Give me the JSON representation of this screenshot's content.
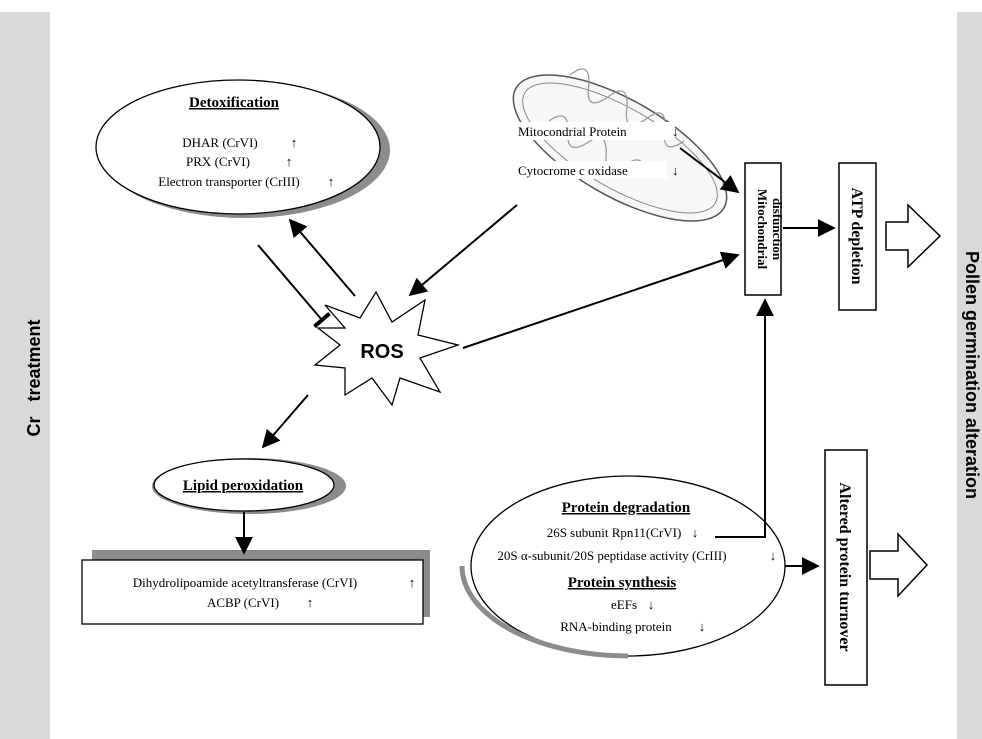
{
  "side_labels": {
    "left": "Cr   treatment",
    "right": "Pollen germination alteration"
  },
  "detoxification": {
    "title": "Detoxification",
    "items": [
      {
        "text": "DHAR (CrVI)",
        "arrow": "up"
      },
      {
        "text": "PRX (CrVI)",
        "arrow": "up"
      },
      {
        "text": "Electron transporter (CrIII)",
        "arrow": "up"
      }
    ]
  },
  "mitochondrion": {
    "items": [
      {
        "text": "Mitocondrial Protein",
        "arrow": "down"
      },
      {
        "text": "Cytocrome c oxidase",
        "arrow": "down"
      }
    ]
  },
  "ros": {
    "label": "ROS"
  },
  "mito_dysfunction": {
    "label": "Mitochondrial disfunction"
  },
  "atp_depletion": {
    "label": "ATP depletion"
  },
  "lipid": {
    "title": "Lipid peroxidation",
    "items": [
      {
        "text": "Dihydrolipoamide acetyltransferase (CrVI)",
        "arrow": "up"
      },
      {
        "text": "ACBP (CrVI)",
        "arrow": "up"
      }
    ]
  },
  "protein": {
    "degradation_title": "Protein degradation",
    "degradation_items": [
      {
        "text": "26S subunit Rpn11(CrVI)",
        "arrow": "down"
      },
      {
        "text": "20S α-subunit/20S peptidase activity (CrIII)",
        "arrow": "down"
      }
    ],
    "synthesis_title": "Protein synthesis",
    "synthesis_items": [
      {
        "text": "eEFs",
        "arrow": "down"
      },
      {
        "text": "RNA-binding protein",
        "arrow": "down"
      }
    ]
  },
  "turnover": {
    "label": "Altered protein turnover"
  },
  "colors": {
    "side_bar": "#d9d9d9",
    "shadow": "#8c8c8c",
    "line": "#000000"
  }
}
